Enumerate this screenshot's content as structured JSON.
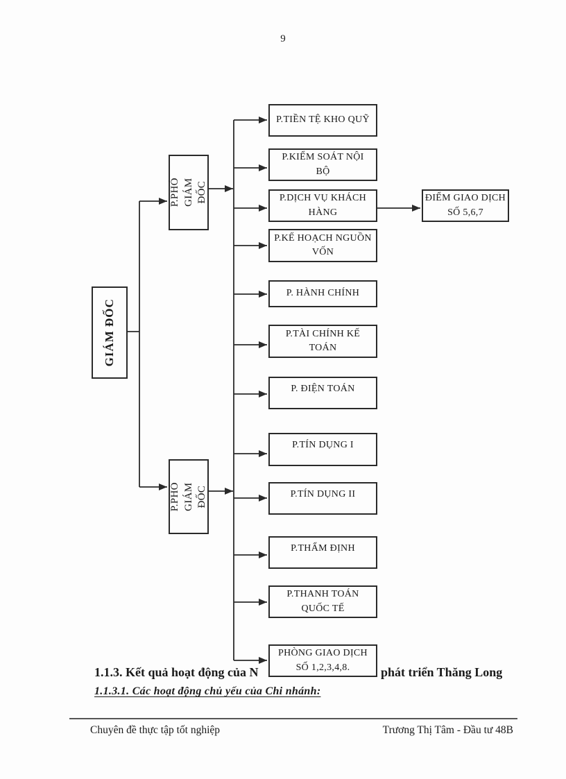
{
  "page": {
    "number": "9"
  },
  "org_chart": {
    "root": {
      "label": "GIÁM ĐỐC"
    },
    "deputies": [
      {
        "label": "P.PHÓ GIÁM ĐỐC"
      },
      {
        "label": "P.PHÓ GIÁM ĐỐC"
      }
    ],
    "departments": [
      {
        "label": "P.TIỀN TỆ KHO QUỸ"
      },
      {
        "label": "P.KIỂM SOÁT NỘI BỘ"
      },
      {
        "label": "P.DỊCH VỤ KHÁCH HÀNG"
      },
      {
        "label": "P.KẾ HOẠCH NGUỒN VỐN"
      },
      {
        "label": "P. HÀNH CHÍNH"
      },
      {
        "label": "P.TÀI CHÍNH KẾ TOÁN"
      },
      {
        "label": "P. ĐIỆN TOÁN"
      },
      {
        "label": "P.TÍN DỤNG I"
      },
      {
        "label": "P.TÍN DỤNG II"
      },
      {
        "label": "P.THẨM ĐỊNH"
      },
      {
        "label": "P.THANH TOÁN QUỐC TẾ"
      },
      {
        "label": "PHÒNG GIAO DỊCH SỐ 1,2,3,4,8."
      }
    ],
    "satellite": {
      "label": "ĐIỂM GIAO DỊCH SỐ 5,6,7"
    },
    "line_color": "#2a2a2a"
  },
  "headings": {
    "section_left": "1.1.3. Kết quả hoạt động của N",
    "section_right": "phát triển Thăng Long",
    "subsection": "1.1.3.1. Các hoạt động chủ yếu của Chi nhánh:"
  },
  "footer": {
    "left": "Chuyên  đề thực tập  tốt nghiệp",
    "right": "Trương  Thị  Tâm  - Đầu  tư 48B"
  }
}
